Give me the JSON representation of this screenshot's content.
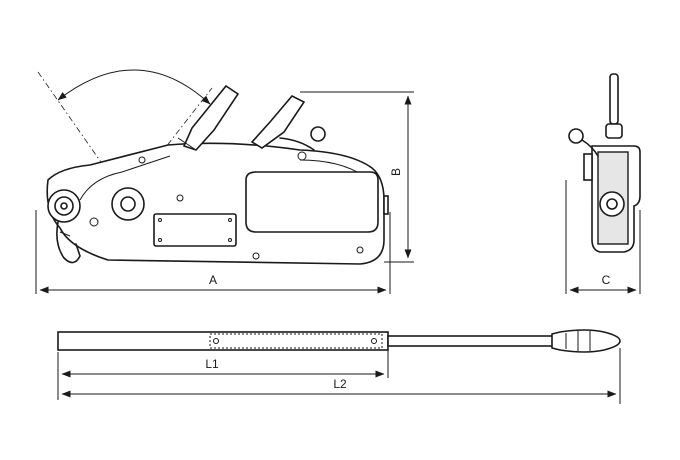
{
  "dimensions": {
    "a_label": "A",
    "b_label": "B",
    "c_label": "C",
    "l1_label": "L1",
    "l2_label": "L2"
  },
  "colors": {
    "line": "#1a1a1a",
    "background": "#ffffff",
    "shade": "#e6e6e6"
  }
}
